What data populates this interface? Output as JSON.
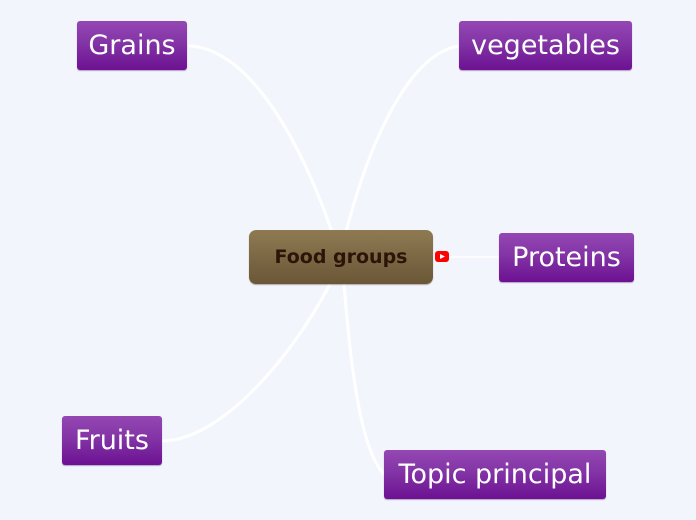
{
  "central_topic": {
    "label": "Food groups"
  },
  "topics": {
    "grains": "Grains",
    "vegetables": "vegetables",
    "proteins": "Proteins",
    "fruits": "Fruits",
    "principal": "Topic principal"
  },
  "icons": {
    "central_attachment": "youtube-video-icon"
  },
  "colors": {
    "background": "#f3f5fd",
    "topic_fill": "#8131a4",
    "central_fill": "#7c6844",
    "central_text": "#2b1408",
    "topic_text": "#ffffff",
    "connector": "#ffffff",
    "video_icon": "#ff0000"
  }
}
